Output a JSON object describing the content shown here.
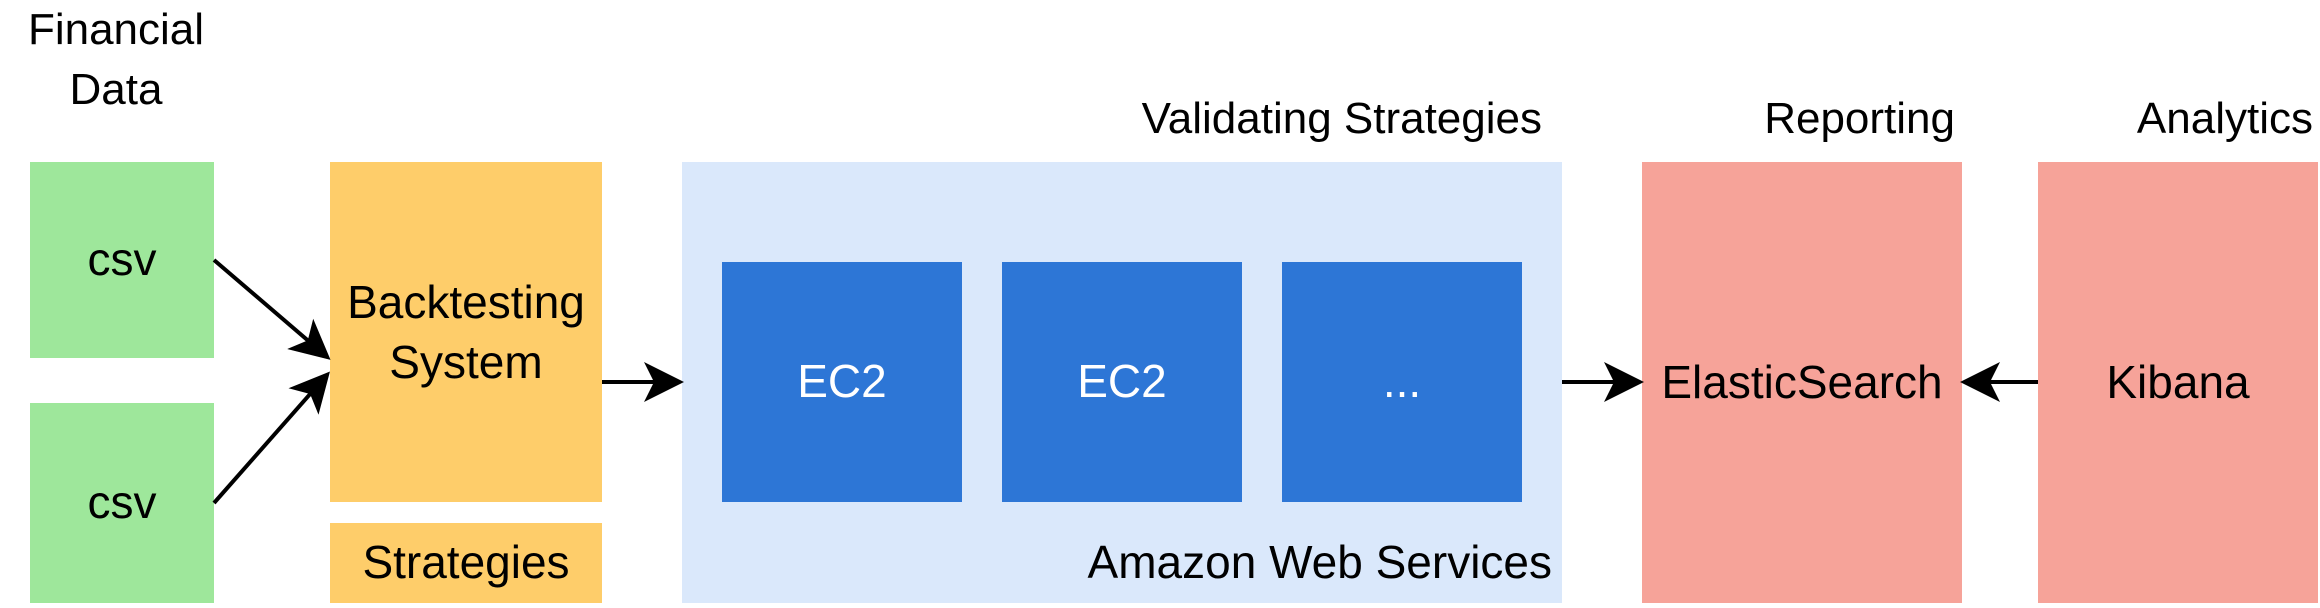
{
  "colors": {
    "csv_fill": "#9ee79b",
    "backtesting_fill": "#fecd6a",
    "aws_fill": "#dae8fb",
    "ec2_fill": "#2d76d6",
    "reporting_fill": "#f6a399",
    "ec2_text": "#ffffff",
    "arrow": "#000000"
  },
  "headings": {
    "financial_data": "Financial\nData",
    "validating_strategies": "Validating Strategies",
    "reporting": "Reporting",
    "analytics": "Analytics"
  },
  "nodes": {
    "csv_top": "csv",
    "csv_bottom": "csv",
    "backtesting": "Backtesting\nSystem",
    "strategies": "Strategies",
    "ec2_a": "EC2",
    "ec2_b": "EC2",
    "ec2_more": "...",
    "aws": "Amazon Web Services",
    "elasticsearch": "ElasticSearch",
    "kibana": "Kibana"
  }
}
